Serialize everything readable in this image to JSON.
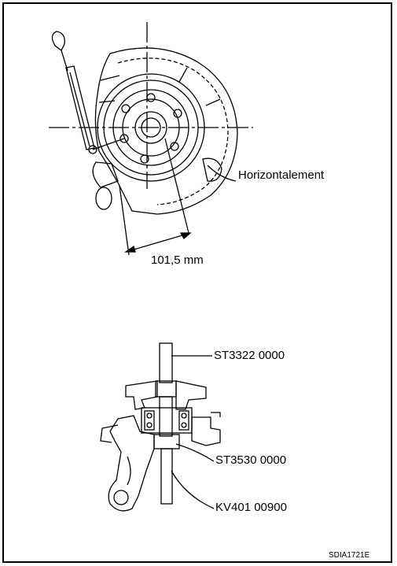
{
  "figure1": {
    "label_horizontal": "Horizontalement",
    "label_dimension": "101,5 mm"
  },
  "figure2": {
    "label_tool_top": "ST3322 0000",
    "label_tool_middle": "ST3530 0000",
    "label_tool_bottom": "KV401 00900"
  },
  "figure_code": "SDIA1721E",
  "colors": {
    "line": "#000000",
    "background": "#ffffff"
  }
}
